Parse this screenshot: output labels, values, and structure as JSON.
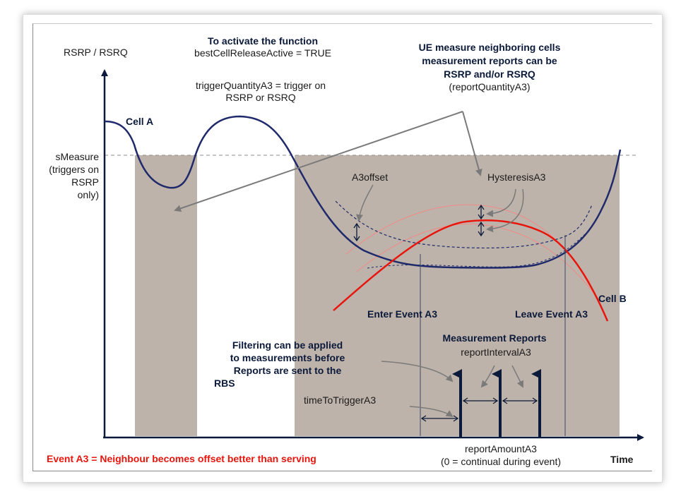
{
  "axes": {
    "y_label": "RSRP / RSRQ",
    "x_label": "Time"
  },
  "activation": {
    "line1": "To activate the function",
    "line2": "bestCellReleaseActive = TRUE"
  },
  "trigger_quantity": {
    "line1": "triggerQuantityA3 = trigger on",
    "line2": "RSRP or RSRQ"
  },
  "ue_measure": {
    "line1": "UE measure neighboring cells",
    "line2": "measurement reports can be",
    "line3": "RSRP and/or RSRQ",
    "line4": "(reportQuantityA3)"
  },
  "smeasure": {
    "line1": "sMeasure",
    "line2": "(triggers on",
    "line3": "RSRP",
    "line4": "only)"
  },
  "cells": {
    "cell_a": "Cell A",
    "cell_b": "Cell B"
  },
  "params": {
    "a3offset": "A3offset",
    "hysteresis": "HysteresisA3",
    "time_to_trigger": "timeToTriggerA3",
    "report_interval": "reportIntervalA3",
    "report_amount": "reportAmountA3",
    "report_amount_note": "(0 = continual during event)"
  },
  "events": {
    "enter": "Enter Event A3",
    "leave": "Leave Event A3",
    "measurement_reports": "Measurement Reports"
  },
  "filtering": {
    "line1": "Filtering can be applied",
    "line2": "to measurements before",
    "line3": "Reports are sent to the",
    "line4": "RBS"
  },
  "footer": {
    "event_a3": "Event A3 = Neighbour becomes offset better than serving"
  },
  "colors": {
    "cell_a_curve": "#1f2a6b",
    "cell_b_curve": "#e8150d",
    "shade": "#beb3aa",
    "arrow_gray": "#7a7a7a",
    "report_arrow": "#0b1a3a",
    "footer_text": "#e8150d"
  }
}
